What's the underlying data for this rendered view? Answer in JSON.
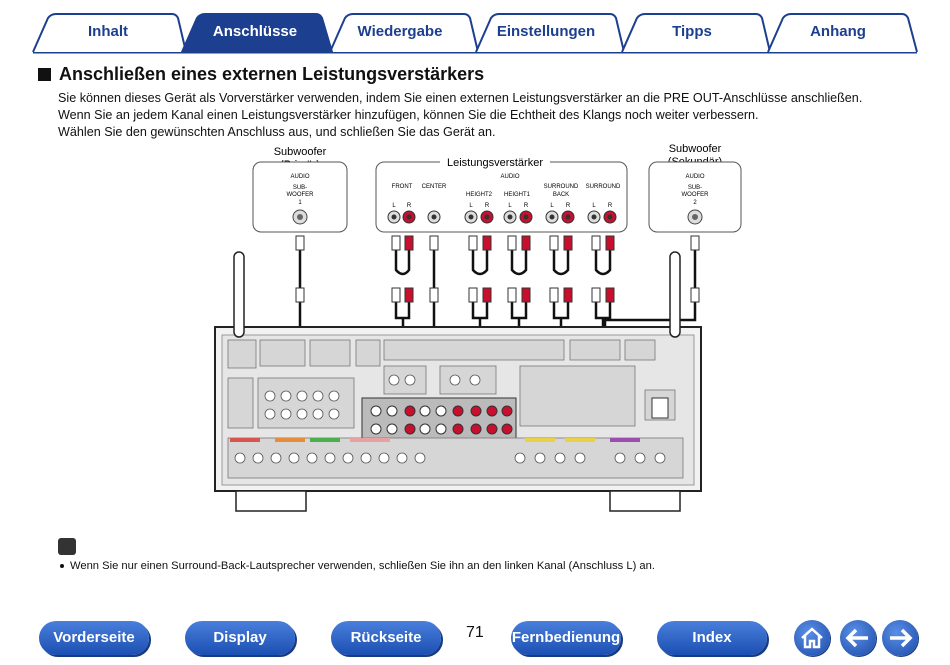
{
  "tabs": [
    {
      "label": "Inhalt",
      "active": false
    },
    {
      "label": "Anschlüsse",
      "active": true
    },
    {
      "label": "Wiedergabe",
      "active": false
    },
    {
      "label": "Einstellungen",
      "active": false
    },
    {
      "label": "Tipps",
      "active": false
    },
    {
      "label": "Anhang",
      "active": false
    }
  ],
  "section": {
    "title": "Anschließen eines externen Leistungsverstärkers",
    "intro": [
      "Sie können dieses Gerät als Vorverstärker verwenden, indem Sie einen externen Leistungsverstärker an die PRE OUT-Anschlüsse anschließen.",
      "Wenn Sie an jedem Kanal einen Leistungsverstärker hinzufügen, können Sie die Echtheit des Klangs noch weiter verbessern.",
      "Wählen Sie den gewünschten Anschluss aus, und schließen Sie das Gerät an."
    ]
  },
  "diagram": {
    "sub1_title_a": "Subwoofer",
    "sub1_title_b": "(Primär)",
    "sub2_title_a": "Subwoofer",
    "sub2_title_b": "(Sekundär)",
    "audio": "AUDIO",
    "sub_label_a": "SUB-",
    "sub_label_b": "WOOFER",
    "sub1_num": "1",
    "sub2_num": "2",
    "amp_title": "Leistungsverstärker",
    "front": "FRONT",
    "center": "CENTER",
    "height2": "HEIGHT2",
    "height1": "HEIGHT1",
    "surround_back_a": "SURROUND",
    "surround_back_b": "BACK",
    "surround": "SURROUND",
    "l": "L",
    "r": "R"
  },
  "note": {
    "text": "Wenn Sie nur einen Surround-Back-Lautsprecher verwenden, schließen Sie ihn an den linken Kanal (Anschluss L) an.",
    "icon": "pencil-icon"
  },
  "footer": {
    "buttons": [
      "Vorderseite",
      "Display",
      "Rückseite",
      "Fernbedienung",
      "Index"
    ],
    "page": "71",
    "icons": [
      "home-icon",
      "back-arrow-icon",
      "forward-arrow-icon"
    ]
  }
}
